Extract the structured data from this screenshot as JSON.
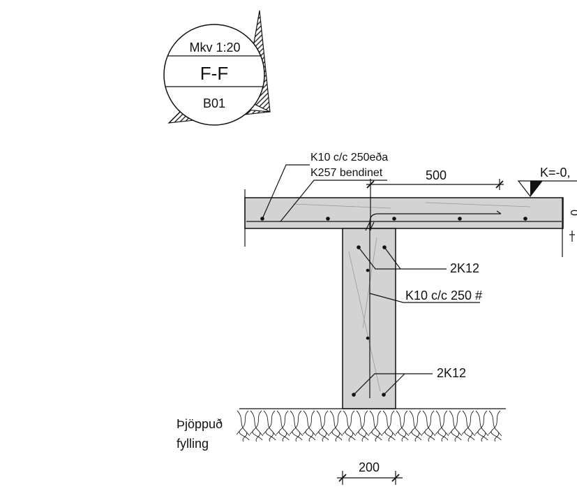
{
  "title_block": {
    "scale": "Mkv 1:20",
    "section": "F-F",
    "sheet": "B01"
  },
  "labels": {
    "top_rebar_line1": "K10 c/c 250eða",
    "top_rebar_line2": "K257 bendinet",
    "dim_top": "500",
    "level_mark": "K=-0,",
    "bar_upper": "2K12",
    "stirrup": "K10 c/c 250 #",
    "bar_lower": "2K12",
    "soil_line1": "Þjöppuð",
    "soil_line2": "fylling",
    "dim_bottom": "200"
  },
  "colors": {
    "concrete": "#d3d3d3",
    "line": "#111111",
    "hatch": "#555555"
  }
}
